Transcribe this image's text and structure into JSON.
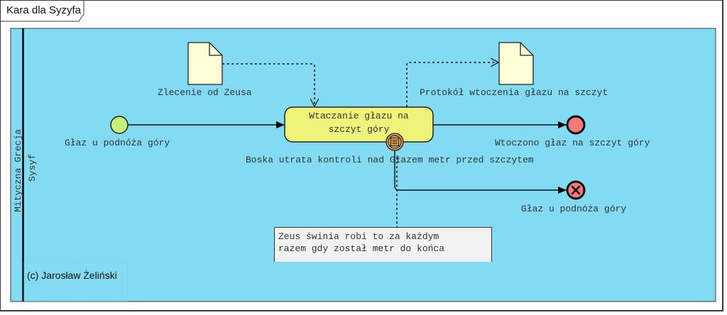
{
  "diagram": {
    "title": "Kara dla Syzyfa",
    "pool": {
      "label": "Mityczna Grecja"
    },
    "lane": {
      "label": "Sysyf"
    },
    "copyright": "(c) Jarosław Żeliński",
    "colors": {
      "pool_fill": "#82dbf3",
      "task_fill": "#eef47a",
      "start_event_fill": "#c6f27a",
      "end_event_fill": "#f77a7a",
      "data_object_fill": "#ffffd8",
      "boundary_event_fill": "#e6a85a",
      "annotation_fill": "#f2f2f2"
    },
    "start_event": {
      "label": "Głaz u podnóża góry",
      "type": "none-start-event"
    },
    "task": {
      "label": "Wtaczanie głazu na szczyt góry",
      "lines": [
        "Wtaczanie głazu na",
        "szczyt góry"
      ]
    },
    "boundary_event": {
      "label": "Boska utrata kontroli nad Głazem metr przed szczytem",
      "type": "conditional-boundary-event"
    },
    "end_event_success": {
      "label": "Wtoczono głaz na szczyt góry",
      "type": "none-end-event"
    },
    "end_event_error": {
      "label": "Głaz u podnóża góry",
      "type": "terminate-cancel-end-event"
    },
    "data_input": {
      "label": "Zlecenie od Zeusa"
    },
    "data_output": {
      "label": "Protokół wtoczenia głazu na szczyt"
    },
    "annotation": {
      "text": "Zeus świnia robi to za każdym\nrazem gdy został metr do końca"
    }
  }
}
